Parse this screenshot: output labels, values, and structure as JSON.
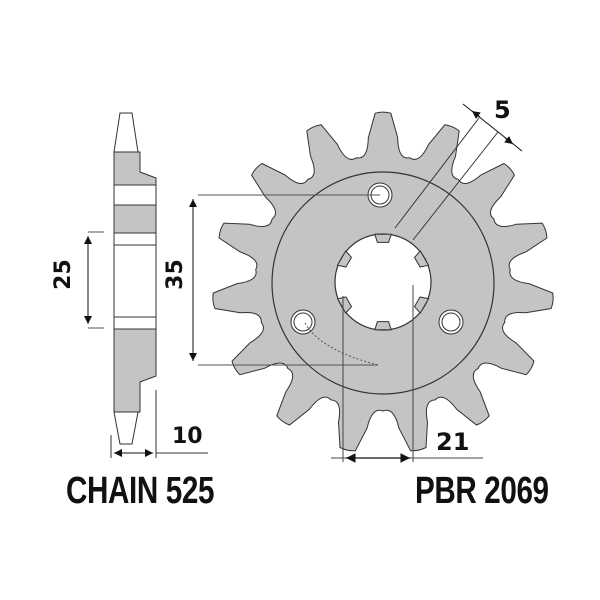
{
  "diagram": {
    "type": "sprocket technical drawing",
    "colors": {
      "fill": "#c4c4c4",
      "stroke": "#333333",
      "background": "#ffffff",
      "text": "#111111"
    },
    "sprocket": {
      "teeth": 15
    },
    "dimensions": {
      "hub_width": "25",
      "bolt_circle": "35",
      "thickness": "10",
      "tooth_width": "5",
      "spline_diameter": "21"
    },
    "labels": {
      "chain": "CHAIN 525",
      "part_number": "PBR 2069"
    }
  }
}
